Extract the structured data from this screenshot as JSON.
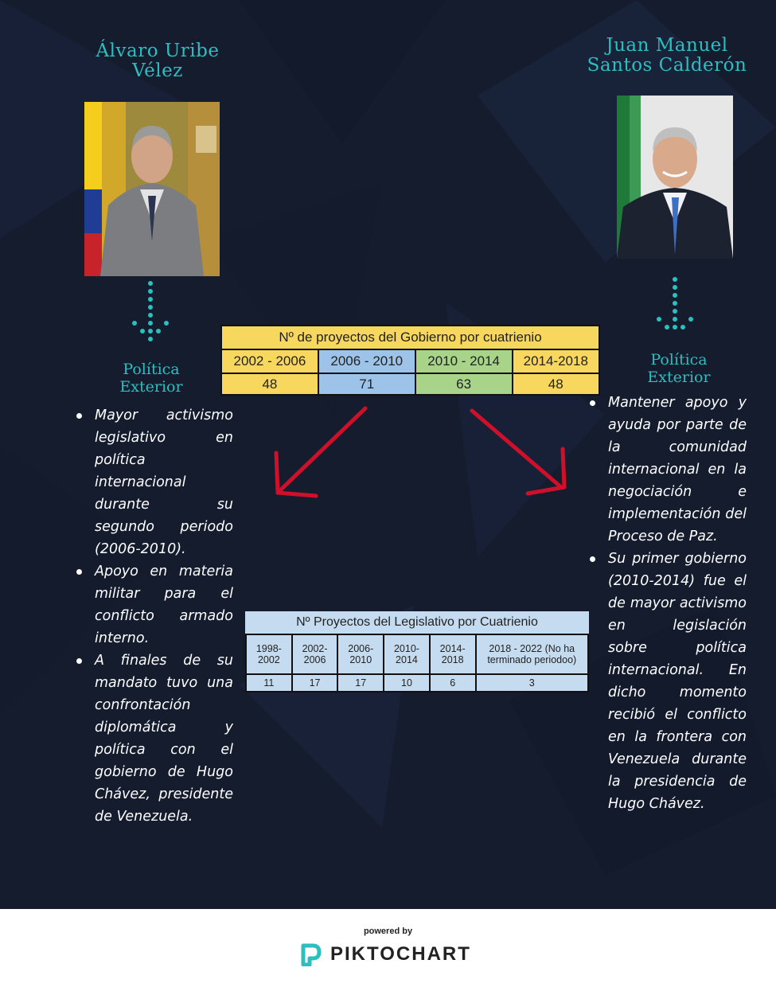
{
  "left": {
    "name_line1": "Álvaro Uribe",
    "name_line2": "Vélez",
    "section_line1": "Política",
    "section_line2": "Exterior",
    "bullets": [
      "Mayor activismo legislativo en política internacional durante su segundo periodo (2006-2010).",
      "Apoyo en materia militar para el conflicto armado interno.",
      "A finales de su mandato tuvo una confrontación diplomática y política con el gobierno de Hugo Chávez, presidente de Venezuela."
    ]
  },
  "right": {
    "name_line1": "Juan Manuel",
    "name_line2": "Santos Calderón",
    "section_line1": "Política",
    "section_line2": "Exterior",
    "bullets": [
      "Mantener apoyo y ayuda por parte de la comunidad internacional en la negociación e implementación del Proceso de Paz.",
      "Su primer gobierno (2010-2014) fue el de mayor activismo en legislación sobre política internacional. En dicho momento recibió el conflicto en la frontera con Venezuela durante la presidencia de Hugo Chávez."
    ]
  },
  "table_gobierno": {
    "title": "Nº de proyectos del Gobierno por cuatrienio",
    "headers": [
      "2002 - 2006",
      "2006 - 2010",
      "2010 - 2014",
      "2014-2018"
    ],
    "values": [
      "48",
      "71",
      "63",
      "48"
    ],
    "colors": [
      "#f8d75e",
      "#9ec3e8",
      "#a8d48a",
      "#f8d75e"
    ]
  },
  "table_legislativo": {
    "title": "Nº Proyectos del Legislativo por Cuatrienio",
    "headers": [
      "1998-2002",
      "2002-2006",
      "2006-2010",
      "2010-2014",
      "2014-2018",
      "2018 - 2022 (No ha terminado periodoo)"
    ],
    "values": [
      "11",
      "17",
      "17",
      "10",
      "6",
      "3"
    ]
  },
  "footer": {
    "powered_by": "powered by",
    "brand": "PIKTOCHART"
  },
  "colors": {
    "background": "#141c2e",
    "accent": "#2bbfc0",
    "arrow": "#d0102a"
  },
  "icons": [
    "arrow-down-dotted-icon",
    "red-arrow-icon",
    "piktochart-logo-icon"
  ]
}
